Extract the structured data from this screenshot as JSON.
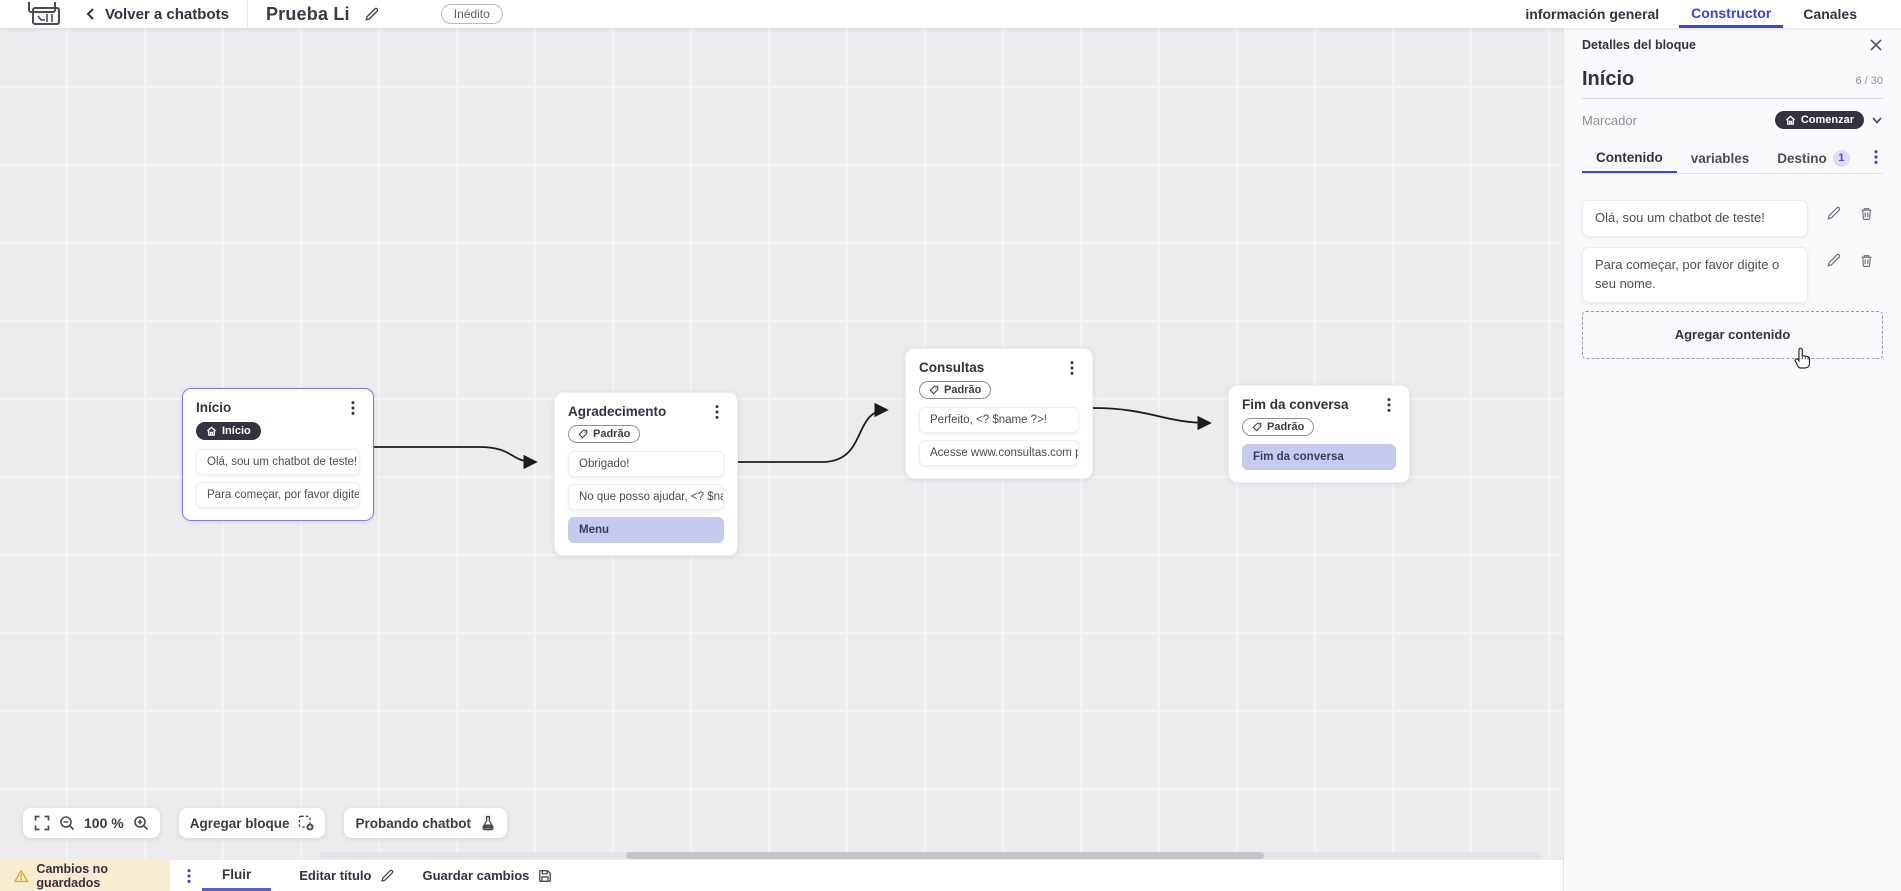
{
  "header": {
    "back": "Volver a chatbots",
    "title": "Prueba Li",
    "status": "Inédito",
    "tabs": [
      {
        "label": "información general",
        "active": false
      },
      {
        "label": "Constructor",
        "active": true
      },
      {
        "label": "Canales",
        "active": false
      }
    ]
  },
  "panel": {
    "title": "Detalles del bloque",
    "block_name": "Início",
    "counter": "6 / 30",
    "marker_label": "Marcador",
    "marker_value": "Comenzar",
    "tabs": {
      "content": "Contenido",
      "variables": "variables",
      "destination": "Destino",
      "destination_badge": "1"
    },
    "messages": [
      "Olá, sou um chatbot de teste!",
      "Para começar, por favor digite o seu nome."
    ],
    "add_content": "Agregar contenido"
  },
  "canvas": {
    "zoom": "100 %",
    "add_block": "Agregar bloque",
    "test_chatbot": "Probando chatbot",
    "nodes": [
      {
        "title": "Início",
        "badge": "Início",
        "selected": true,
        "items": [
          "Olá, sou um chatbot de teste!",
          "Para começar, por favor digite o ..."
        ]
      },
      {
        "title": "Agradecimento",
        "badge": "Padrão",
        "items": [
          "Obrigado!",
          "No que posso ajudar, <? $name ...",
          "Menu"
        ]
      },
      {
        "title": "Consultas",
        "badge": "Padrão",
        "items": [
          "Perfeito, <? $name ?>!",
          "Acesse www.consultas.com par..."
        ]
      },
      {
        "title": "Fim da conversa",
        "badge": "Padrão",
        "items": [
          "Fim da conversa"
        ]
      }
    ]
  },
  "footer": {
    "warning": "Cambios no guardados",
    "tab": "Fluir",
    "edit_title": "Editar título",
    "save": "Guardar cambios"
  },
  "icons": {
    "back": "‹",
    "close": "✕",
    "chevron_down": "⌄",
    "menu_dots": "⋮",
    "edit_pencil": "✎",
    "delete_trash": "🗑",
    "home": "⌂",
    "tag": "🏷",
    "fullscreen": "⛶",
    "zoom_out": "−",
    "zoom_in": "+",
    "warning": "⚠",
    "save_disk": "💾",
    "flask": "⚗",
    "add_block": "▣"
  },
  "colors": {
    "accent_blue": "#3a45d2",
    "selected_purple": "#8478e8",
    "dark_badge": "#34333f",
    "highlight_lavender": "#c7caf0",
    "warning_bg": "#f8ecd2",
    "warning_icon": "#e6a819",
    "canvas_bg": "#ecebee"
  }
}
